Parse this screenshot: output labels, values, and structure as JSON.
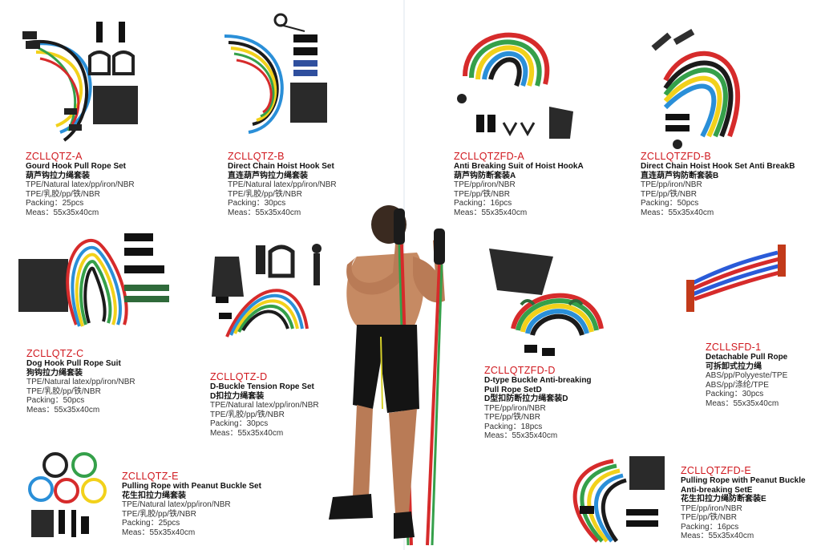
{
  "products": [
    {
      "code": "ZCLLQTZ-A",
      "name_en": "Gourd Hook Pull Rope Set",
      "name_cn": "葫芦钩拉力绳套装",
      "materials": [
        "TPE/Natural latex/pp/iron/NBR",
        "TPE/乳胶/pp/铁/NBR"
      ],
      "packing": "Packing：25pcs",
      "meas": "Meas：55x35x40cm"
    },
    {
      "code": "ZCLLQTZ-B",
      "name_en": "Direct Chain Hoist Hook Set",
      "name_cn": "直连葫芦钩拉力绳套装",
      "materials": [
        "TPE/Natural latex/pp/iron/NBR",
        "TPE/乳胶/pp/铁/NBR"
      ],
      "packing": "Packing：30pcs",
      "meas": "Meas：55x35x40cm"
    },
    {
      "code": "ZCLLQTZFD-A",
      "name_en": "Anti Breaking Suit of Hoist HookA",
      "name_cn": "葫芦钩防断套装A",
      "materials": [
        "TPE/pp/iron/NBR",
        "TPE/pp/铁/NBR"
      ],
      "packing": "Packing：16pcs",
      "meas": "Meas：55x35x40cm"
    },
    {
      "code": "ZCLLQTZFD-B",
      "name_en": "Direct Chain Hoist Hook Set Anti BreakB",
      "name_cn": "直连葫芦钩防断套装B",
      "materials": [
        "TPE/pp/iron/NBR",
        "TPE/pp/铁/NBR"
      ],
      "packing": "Packing：50pcs",
      "meas": "Meas：55x35x40cm"
    },
    {
      "code": "ZCLLQTZ-C",
      "name_en": "Dog Hook Pull Rope Suit",
      "name_cn": "狗钩拉力绳套装",
      "materials": [
        "TPE/Natural latex/pp/iron/NBR",
        "TPE/乳胶/pp/铁/NBR"
      ],
      "packing": "Packing：50pcs",
      "meas": "Meas：55x35x40cm"
    },
    {
      "code": "ZCLLQTZ-D",
      "name_en": "D-Buckle Tension Rope Set",
      "name_cn": "D扣拉力绳套装",
      "materials": [
        "TPE/Natural latex/pp/iron/NBR",
        "TPE/乳胶/pp/铁/NBR"
      ],
      "packing": "Packing：30pcs",
      "meas": "Meas：55x35x40cm"
    },
    {
      "code": "ZCLLQTZFD-D",
      "name_en": "D-type Buckle Anti-breaking",
      "name_en2": "Pull Rope SetD",
      "name_cn": "D型扣防断拉力绳套装D",
      "materials": [
        "TPE/pp/iron/NBR",
        "TPE/pp/铁/NBR"
      ],
      "packing": "Packing：18pcs",
      "meas": "Meas：55x35x40cm"
    },
    {
      "code": "ZCLLSFD-1",
      "name_en": "Detachable Pull Rope",
      "name_cn": "可拆卸式拉力绳",
      "materials": [
        "ABS/pp/Polyyeste/TPE",
        "ABS/pp/涤纶/TPE"
      ],
      "packing": "Packing：30pcs",
      "meas": "Meas：55x35x40cm"
    },
    {
      "code": "ZCLLQTZ-E",
      "name_en": "Pulling Rope with Peanut Buckle Set",
      "name_cn": "花生扣拉力绳套装",
      "materials": [
        "TPE/Natural latex/pp/iron/NBR",
        "TPE/乳胶/pp/铁/NBR"
      ],
      "packing": "Packing：25pcs",
      "meas": "Meas：55x35x40cm"
    },
    {
      "code": "ZCLLQTZFD-E",
      "name_en": "Pulling Rope with Peanut Buckle",
      "name_en2": "Anti-breaking SetE",
      "name_cn": "花生扣拉力绳防断套装E",
      "materials": [
        "TPE/pp/iron/NBR",
        "TPE/pp/铁/NBR"
      ],
      "packing": "Packing：16pcs",
      "meas": "Meas：55x35x40cm"
    }
  ],
  "colors": {
    "code_red": "#d0181e",
    "band_black": "#1b1b1b",
    "band_blue": "#2a8fd8",
    "band_yellow": "#f2d11b",
    "band_green": "#35a04a",
    "band_red": "#d62b2b",
    "band_purple": "#8a3b9a"
  }
}
